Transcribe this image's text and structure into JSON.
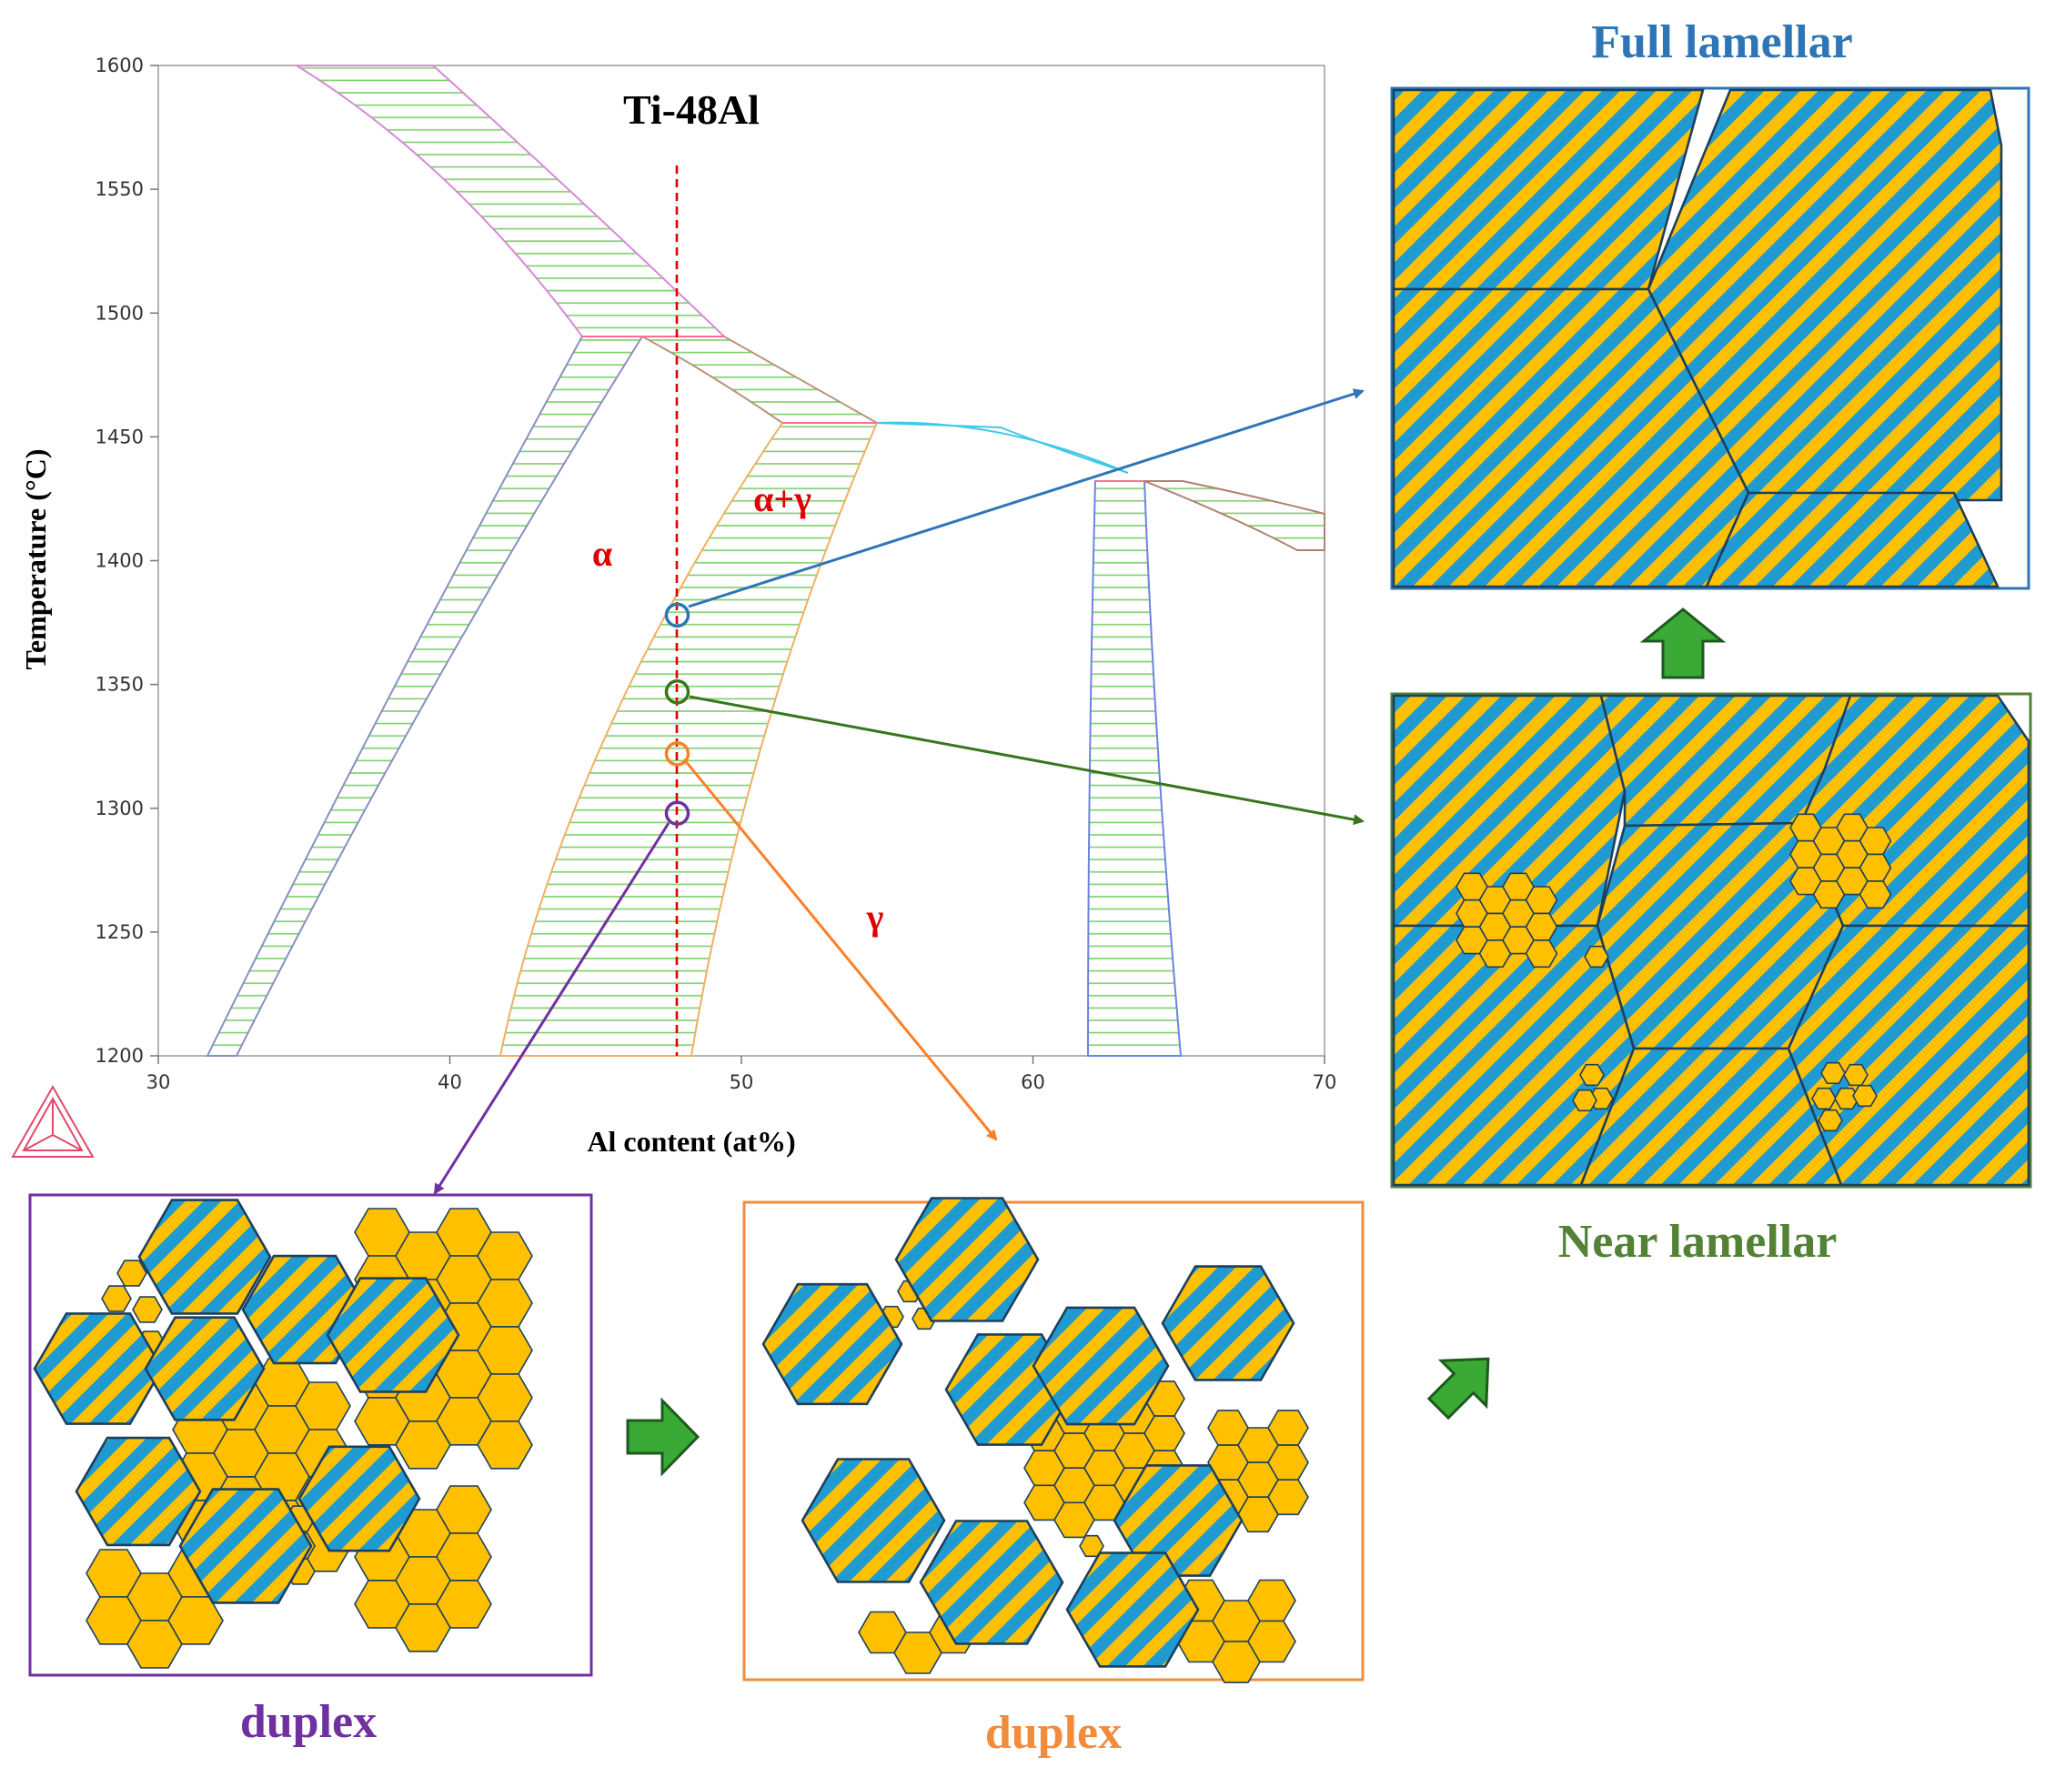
{
  "diagram": {
    "title": "Ti-48Al",
    "x_axis": {
      "label": "Al content (at%)",
      "range": [
        30,
        70
      ],
      "ticks": [
        "30",
        "40",
        "50",
        "60",
        "70"
      ]
    },
    "y_axis": {
      "label": "Temperature  (°C)",
      "range": [
        1200,
        1600
      ],
      "ticks": [
        "1200",
        "1250",
        "1300",
        "1350",
        "1400",
        "1450",
        "1500",
        "1550",
        "1600"
      ]
    },
    "composition_line_at_pct": 47.8,
    "phase_labels": {
      "alpha": "α",
      "alpha_gamma": "α+γ",
      "gamma": "γ"
    },
    "heat_treatment_points": [
      {
        "temperature": 1378,
        "color": "#2e75b6",
        "target": "Full lamellar"
      },
      {
        "temperature": 1347,
        "color": "#38761d",
        "target": "Near lamellar"
      },
      {
        "temperature": 1322,
        "color": "#ff7f27",
        "target": "duplex"
      },
      {
        "temperature": 1298,
        "color": "#7030a0",
        "target": "duplex"
      }
    ]
  },
  "panels": {
    "full_lamellar": {
      "label": "Full lamellar",
      "color": "#2e75b6"
    },
    "near_lamellar": {
      "label": "Near lamellar",
      "color": "#538135"
    },
    "duplex_purple": {
      "label": "duplex",
      "color": "#7030a0"
    },
    "duplex_orange": {
      "label": "duplex",
      "color": "#f08c3c"
    }
  },
  "colors": {
    "lamella_blue": "#1f9bd2",
    "gamma_yellow": "#ffc000",
    "grain_boundary": "#1d3f5f",
    "arrow_fill": "#3aa935",
    "arrow_edge": "#1e5a1e"
  }
}
